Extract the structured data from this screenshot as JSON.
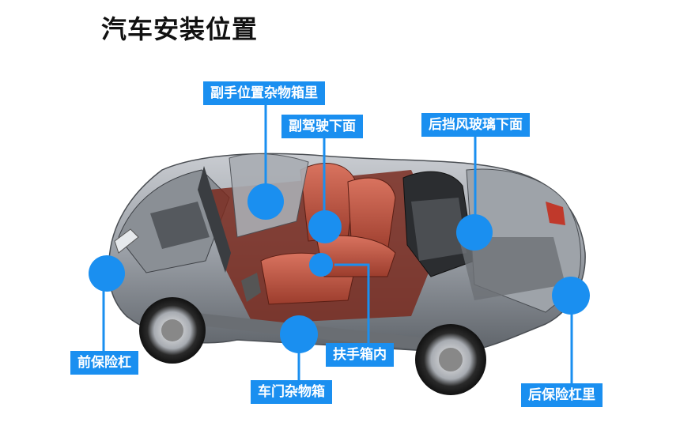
{
  "title": "汽车安装位置",
  "labels": {
    "glovebox": "副手位置杂物箱里",
    "under_passenger_seat": "副驾驶下面",
    "under_rear_windshield": "后挡风玻璃下面",
    "front_bumper": "前保险杠",
    "door_storage": "车门杂物箱",
    "armrest_box": "扶手箱内",
    "rear_bumper": "后保险杠里"
  },
  "colors": {
    "accent": "#1a8ff0"
  }
}
